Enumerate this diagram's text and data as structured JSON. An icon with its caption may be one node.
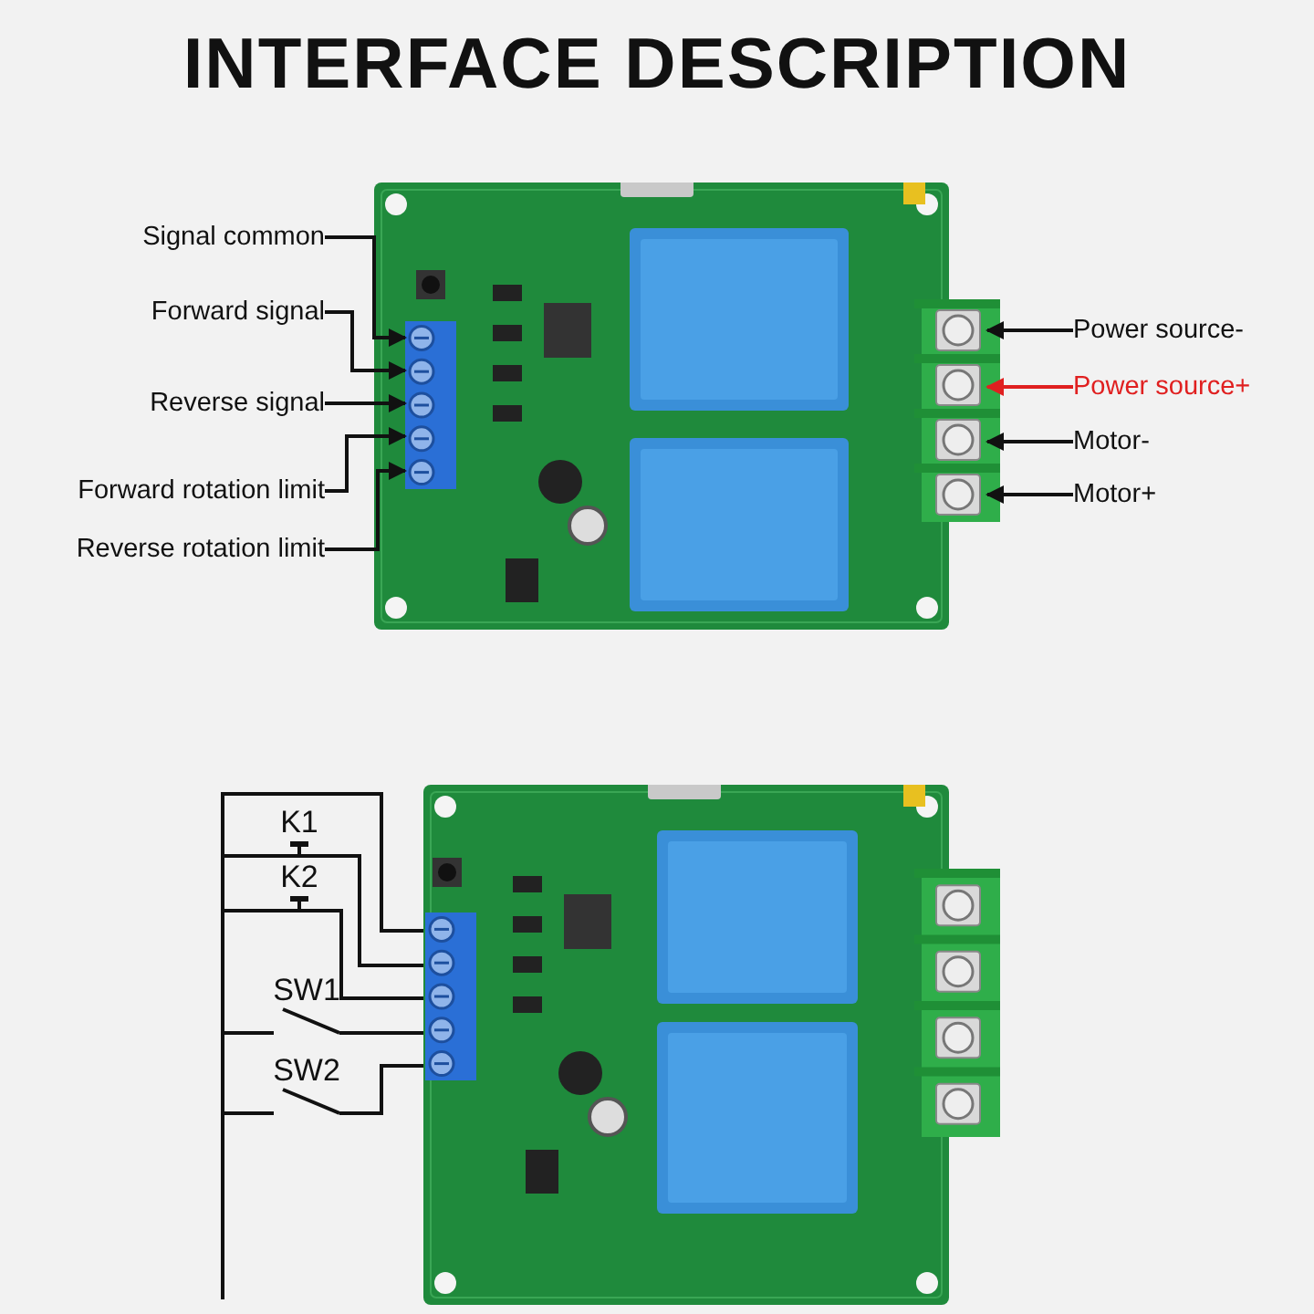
{
  "diagram": {
    "title": "INTERFACE DESCRIPTION",
    "nodes": [
      {
        "text": [],
        "shape": "picture"
      },
      {
        "text": [
          "Signal common"
        ]
      },
      {
        "text": [
          "Forward signal"
        ]
      },
      {
        "text": [
          "Reverse signal"
        ]
      },
      {
        "text": [
          "Forward rotation limit"
        ]
      },
      {
        "text": [
          "Reverse rotation limit"
        ]
      },
      {
        "text": [
          "Power source-"
        ]
      },
      {
        "text": [
          "Power source+"
        ]
      },
      {
        "text": [
          "Motor-"
        ]
      },
      {
        "text": [
          "Motor+"
        ]
      },
      {
        "text": [],
        "shape": "picture"
      },
      {
        "text": [
          "K1"
        ]
      },
      {
        "text": [
          "K2"
        ]
      },
      {
        "text": [
          "SW1"
        ]
      },
      {
        "text": [
          "SW2"
        ]
      }
    ],
    "edges": [
      {
        "from": 1,
        "to": 0,
        "arrow": "to"
      },
      {
        "from": 2,
        "to": 0,
        "arrow": "to"
      },
      {
        "from": 3,
        "to": 0,
        "arrow": "to"
      },
      {
        "from": 4,
        "to": 0,
        "arrow": "to"
      },
      {
        "from": 5,
        "to": 0,
        "arrow": "to"
      },
      {
        "from": 6,
        "to": 0,
        "arrow": "to"
      },
      {
        "from": 7,
        "to": 0,
        "arrow": "to",
        "color": "#e02020"
      },
      {
        "from": 8,
        "to": 0,
        "arrow": "to"
      },
      {
        "from": 9,
        "to": 0,
        "arrow": "to"
      },
      {
        "from": 10,
        "to": 11,
        "arrow": "none"
      },
      {
        "from": 11,
        "to": 10,
        "arrow": "none"
      },
      {
        "from": 10,
        "to": 12,
        "arrow": "none"
      },
      {
        "from": 12,
        "to": 10,
        "arrow": "none"
      },
      {
        "from": 10,
        "to": 13,
        "arrow": "none"
      },
      {
        "from": 13,
        "to": 10,
        "arrow": "none"
      },
      {
        "from": 10,
        "to": 14,
        "arrow": "none"
      },
      {
        "from": 14,
        "to": 10,
        "arrow": "none"
      }
    ]
  }
}
